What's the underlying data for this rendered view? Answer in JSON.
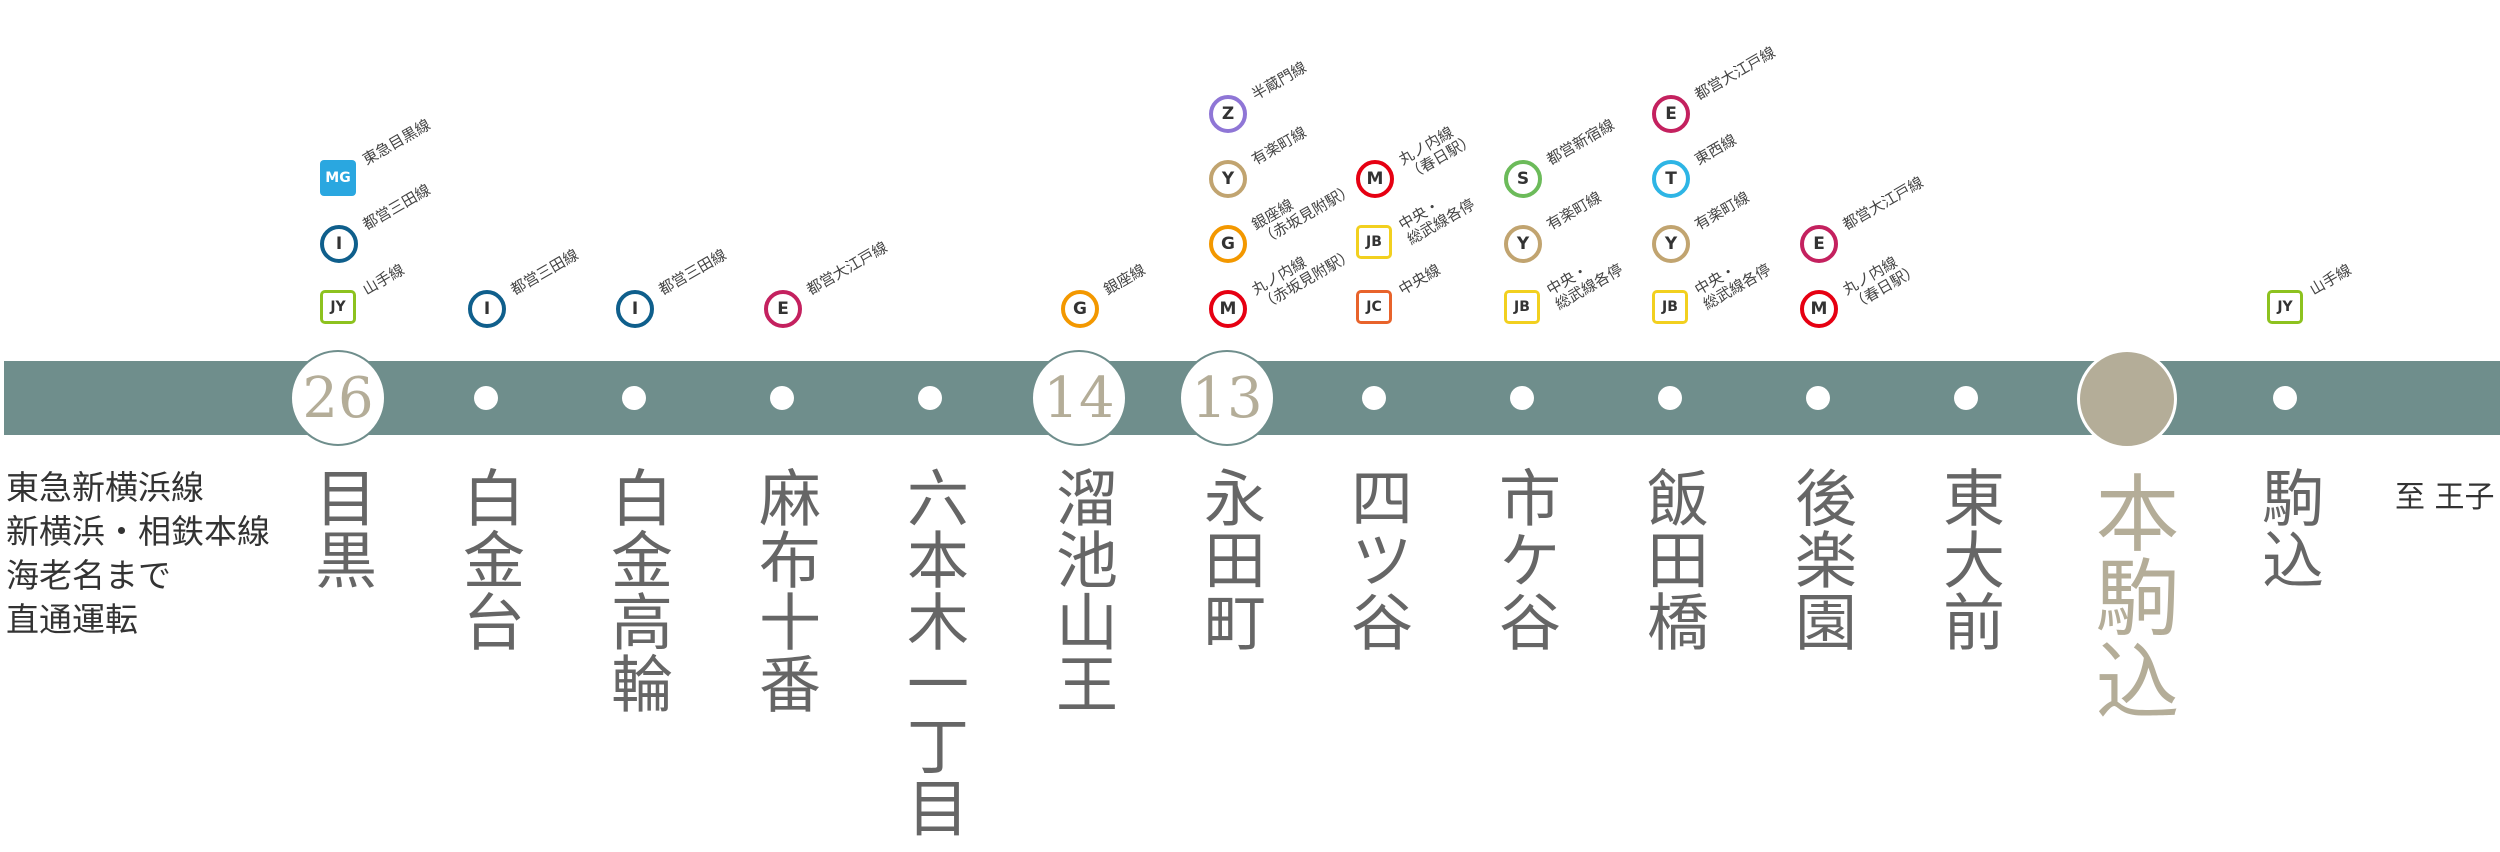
{
  "note": [
    "東急新横浜線",
    "新横浜・相鉄本線",
    "海老名まで",
    "直通運転"
  ],
  "terminus": "至 王子",
  "line_color": "#6f8e8c",
  "target_color": "#b4ad98",
  "stations": [
    {
      "id": "meguro",
      "name": "目黒",
      "marker": "number",
      "number": "26",
      "transfers": [
        {
          "code": "MG",
          "line": "東急目黒線",
          "color": "#2aa7e0",
          "shape": "square-filled"
        },
        {
          "code": "I",
          "line": "都営三田線",
          "color": "#0f5f8c",
          "shape": "circle"
        },
        {
          "code": "JY",
          "line": "山手線",
          "color": "#8dc21f",
          "shape": "square"
        }
      ]
    },
    {
      "id": "shirokanedai",
      "name": "白金台",
      "marker": "dot",
      "transfers": [
        {
          "code": "I",
          "line": "都営三田線",
          "color": "#0f5f8c",
          "shape": "circle"
        }
      ]
    },
    {
      "id": "shirokane-takanawa",
      "name": "白金高輪",
      "marker": "dot",
      "transfers": [
        {
          "code": "I",
          "line": "都営三田線",
          "color": "#0f5f8c",
          "shape": "circle"
        }
      ]
    },
    {
      "id": "azabu-juban",
      "name": "麻布十番",
      "marker": "dot",
      "transfers": [
        {
          "code": "E",
          "line": "都営大江戸線",
          "color": "#c4215f",
          "shape": "circle"
        }
      ]
    },
    {
      "id": "roppongi-itchome",
      "name": "六本木一丁目",
      "marker": "dot",
      "transfers": []
    },
    {
      "id": "tameike-sanno",
      "name": "溜池山王",
      "marker": "number",
      "number": "14",
      "transfers": [
        {
          "code": "G",
          "line": "銀座線",
          "color": "#f39800",
          "shape": "circle"
        }
      ]
    },
    {
      "id": "nagatacho",
      "name": "永田町",
      "marker": "number",
      "number": "13",
      "transfers": [
        {
          "code": "Z",
          "line": "半蔵門線",
          "color": "#8f76d6",
          "shape": "circle"
        },
        {
          "code": "Y",
          "line": "有楽町線",
          "color": "#c1a470",
          "shape": "circle"
        },
        {
          "code": "G",
          "line": "銀座線\n（赤坂見附駅）",
          "color": "#f39800",
          "shape": "circle"
        },
        {
          "code": "M",
          "line": "丸ノ内線\n（赤坂見附駅）",
          "color": "#e60012",
          "shape": "circle"
        }
      ]
    },
    {
      "id": "yotsuya",
      "name": "四ツ谷",
      "marker": "dot",
      "transfers": [
        {
          "code": "M",
          "line": "丸ノ内線\n（春日駅）",
          "color": "#e60012",
          "shape": "circle"
        },
        {
          "code": "JB",
          "line": "中央・\n総武線各停",
          "color": "#f2d01f",
          "shape": "square"
        },
        {
          "code": "JC",
          "line": "中央線",
          "color": "#e8632b",
          "shape": "square"
        }
      ]
    },
    {
      "id": "ichigaya",
      "name": "市ケ谷",
      "marker": "dot",
      "transfers": [
        {
          "code": "S",
          "line": "都営新宿線",
          "color": "#6cbb5a",
          "shape": "circle"
        },
        {
          "code": "Y",
          "line": "有楽町線",
          "color": "#c1a470",
          "shape": "circle"
        },
        {
          "code": "JB",
          "line": "中央・\n総武線各停",
          "color": "#f2d01f",
          "shape": "square"
        }
      ]
    },
    {
      "id": "iidabashi",
      "name": "飯田橋",
      "marker": "dot",
      "transfers": [
        {
          "code": "E",
          "line": "都営大江戸線",
          "color": "#c4215f",
          "shape": "circle"
        },
        {
          "code": "T",
          "line": "東西線",
          "color": "#2eb5e5",
          "shape": "circle"
        },
        {
          "code": "Y",
          "line": "有楽町線",
          "color": "#c1a470",
          "shape": "circle"
        },
        {
          "code": "JB",
          "line": "中央・\n総武線各停",
          "color": "#f2d01f",
          "shape": "square"
        }
      ]
    },
    {
      "id": "korakuen",
      "name": "後楽園",
      "marker": "dot",
      "transfers": [
        {
          "code": "E",
          "line": "都営大江戸線",
          "color": "#c4215f",
          "shape": "circle"
        },
        {
          "code": "M",
          "line": "丸ノ内線\n（春日駅）",
          "color": "#e60012",
          "shape": "circle"
        }
      ]
    },
    {
      "id": "todaimae",
      "name": "東大前",
      "marker": "dot",
      "transfers": []
    },
    {
      "id": "hon-komagome",
      "name": "本駒込",
      "marker": "target",
      "transfers": []
    },
    {
      "id": "komagome",
      "name": "駒込",
      "marker": "dot",
      "transfers": [
        {
          "code": "JY",
          "line": "山手線",
          "color": "#8dc21f",
          "shape": "square"
        }
      ]
    }
  ]
}
